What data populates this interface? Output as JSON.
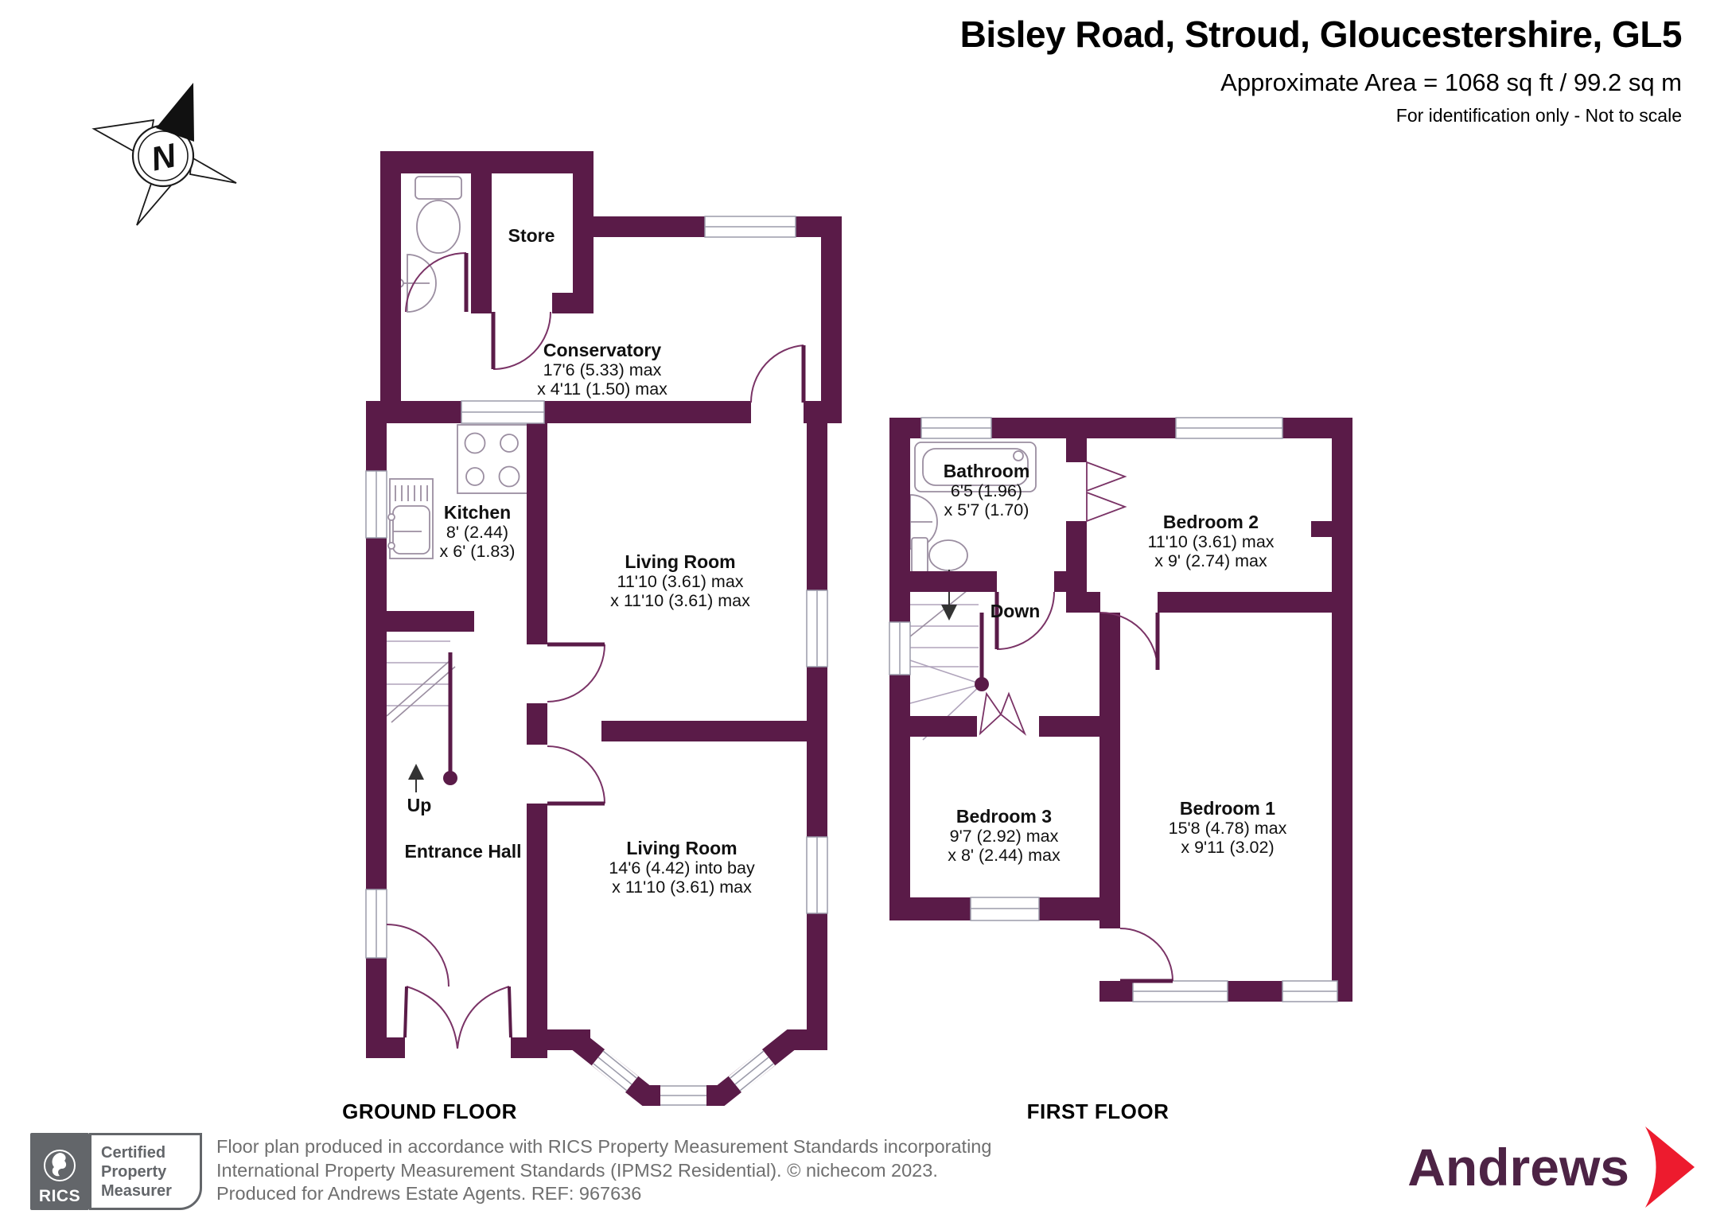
{
  "header": {
    "title": "Bisley Road, Stroud, Gloucestershire, GL5",
    "area_line": "Approximate Area = 1068 sq ft / 99.2 sq m",
    "note_line": "For identification only - Not to scale"
  },
  "compass": {
    "label": "N"
  },
  "ground_floor": {
    "caption": "GROUND FLOOR",
    "stairs_label": "Up",
    "rooms": {
      "store": {
        "name": "Store"
      },
      "conservatory": {
        "name": "Conservatory",
        "dim1": "17'6 (5.33) max",
        "dim2": "x 4'11 (1.50) max"
      },
      "kitchen": {
        "name": "Kitchen",
        "dim1": "8' (2.44)",
        "dim2": "x 6' (1.83)"
      },
      "living_room_rear": {
        "name": "Living Room",
        "dim1": "11'10 (3.61) max",
        "dim2": "x 11'10 (3.61) max"
      },
      "entrance_hall": {
        "name": "Entrance Hall"
      },
      "living_room_front": {
        "name": "Living Room",
        "dim1": "14'6 (4.42) into bay",
        "dim2": "x 11'10 (3.61) max"
      }
    }
  },
  "first_floor": {
    "caption": "FIRST FLOOR",
    "stairs_label": "Down",
    "rooms": {
      "bathroom": {
        "name": "Bathroom",
        "dim1": "6'5 (1.96)",
        "dim2": "x 5'7 (1.70)"
      },
      "bedroom2": {
        "name": "Bedroom 2",
        "dim1": "11'10 (3.61) max",
        "dim2": "x 9' (2.74) max"
      },
      "bedroom3": {
        "name": "Bedroom 3",
        "dim1": "9'7 (2.92) max",
        "dim2": "x 8' (2.44) max"
      },
      "bedroom1": {
        "name": "Bedroom 1",
        "dim1": "15'8 (4.78) max",
        "dim2": "x 9'11 (3.02)"
      }
    }
  },
  "footer": {
    "rics_brand": "RICS",
    "badge_lines": [
      "Certified",
      "Property",
      "Measurer"
    ],
    "disclaimer_lines": [
      "Floor plan produced in accordance with RICS Property Measurement Standards incorporating",
      "International Property Measurement Standards (IPMS2 Residential).   © nichecom 2023.",
      "Produced for Andrews Estate Agents.   REF:   967636"
    ],
    "agent": "Andrews"
  },
  "colors": {
    "wall": "#5a1b48",
    "door_arc": "#7a3366",
    "window_frame": "#9b9baa",
    "fixture_outline": "#9b8ea1",
    "logo_text": "#4d2345",
    "logo_arrow": "#ed1b2e",
    "footer_gray": "#63666a"
  }
}
